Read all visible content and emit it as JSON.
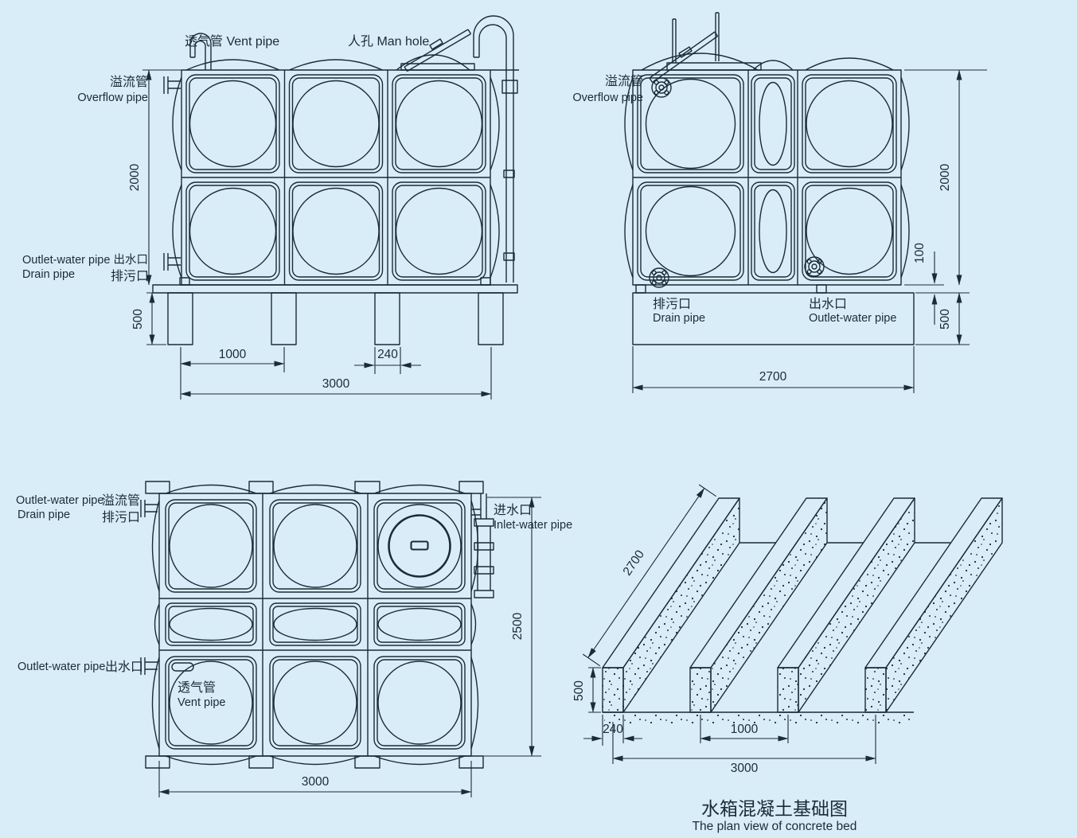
{
  "page": {
    "background": "#d9edf8",
    "line_color": "#1b2b38"
  },
  "front_view": {
    "vent_label": "透气管 Vent pipe",
    "manhole_label": "人孔 Man hole",
    "overflow_zh": "溢流管",
    "overflow_en": "Overflow pipe",
    "outlet_label": "Outlet-water pipe 出水口",
    "drain_en": "Drain pipe",
    "drain_zh": "排污口",
    "dim_height": "2000",
    "dim_leg_height": "500",
    "dim_leg_spacing": "1000",
    "dim_leg_width": "240",
    "dim_width": "3000"
  },
  "side_view": {
    "overflow_zh": "溢流管",
    "overflow_en": "Overflow pipe",
    "drain_zh": "排污口",
    "drain_en": "Drain pipe",
    "outlet_zh": "出水口",
    "outlet_en": "Outlet-water pipe",
    "dim_height": "2000",
    "dim_gap": "100",
    "dim_bed_height": "500",
    "dim_width": "2700"
  },
  "plan_view": {
    "overflow_en": "Outlet-water pipe",
    "overflow_zh": "溢流管",
    "drain_en": "Drain pipe",
    "drain_zh": "排污口",
    "inlet_zh": "进水口",
    "inlet_en": "Inlet-water pipe",
    "outlet_en": "Outlet-water pipe",
    "outlet_zh": "出水口",
    "vent_zh": "透气管",
    "vent_en": "Vent pipe",
    "dim_depth": "2500",
    "dim_width": "3000"
  },
  "bed_view": {
    "dim_length": "2700",
    "dim_height": "500",
    "dim_beam_width": "240",
    "dim_spacing": "1000",
    "dim_width": "3000",
    "title_zh": "水箱混凝土基础图",
    "title_en": "The plan view of concrete bed"
  }
}
